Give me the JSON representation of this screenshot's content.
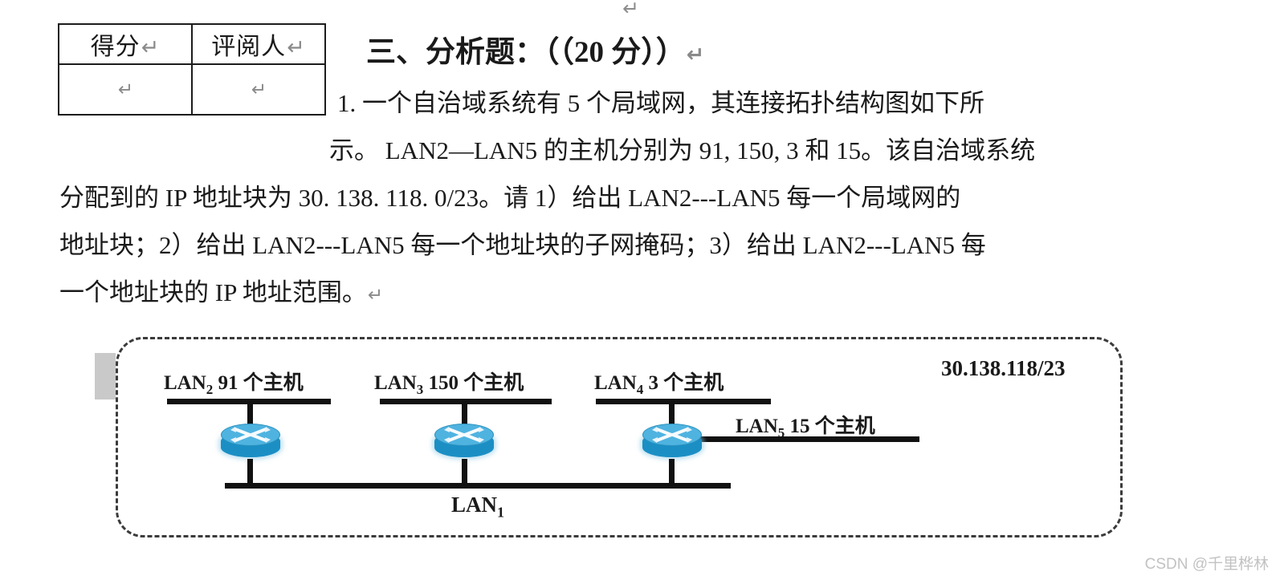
{
  "page": {
    "top_pilcrow": "↵",
    "watermark": "CSDN @千里桦林"
  },
  "score_table": {
    "headers": [
      {
        "label": "得分",
        "mark": "↵"
      },
      {
        "label": "评阅人",
        "mark": "↵"
      }
    ],
    "blank_row": [
      {
        "mark": "↵"
      },
      {
        "mark": "↵"
      }
    ]
  },
  "heading": {
    "text": "三、分析题：（（20 分））",
    "mark": "↵"
  },
  "question": {
    "lines": [
      "1. 一个自治域系统有 5 个局域网，其连接拓扑结构图如下所",
      "示。 LAN2—LAN5 的主机分别为 91, 150, 3 和 15。该自治域系统",
      "分配到的 IP 地址块为 30. 138. 118. 0/23。请 1）给出 LAN2---LAN5 每一个局域网的",
      "地址块；2）给出 LAN2---LAN5 每一个地址块的子网掩码；3）给出 LAN2---LAN5 每",
      "一个地址块的 IP 地址范围。"
    ],
    "end_mark": "↵"
  },
  "diagram": {
    "address_block": "30.138.118/23",
    "lan1": {
      "name": "LAN",
      "subscript": "1"
    },
    "lans": [
      {
        "name": "LAN",
        "subscript": "2",
        "hosts": "91 个主机"
      },
      {
        "name": "LAN",
        "subscript": "3",
        "hosts": "150 个主机"
      },
      {
        "name": "LAN",
        "subscript": "4",
        "hosts": "3 个主机"
      },
      {
        "name": "LAN",
        "subscript": "5",
        "hosts": "15 个主机"
      }
    ],
    "routers": [
      "router-1",
      "router-2",
      "router-3"
    ]
  }
}
